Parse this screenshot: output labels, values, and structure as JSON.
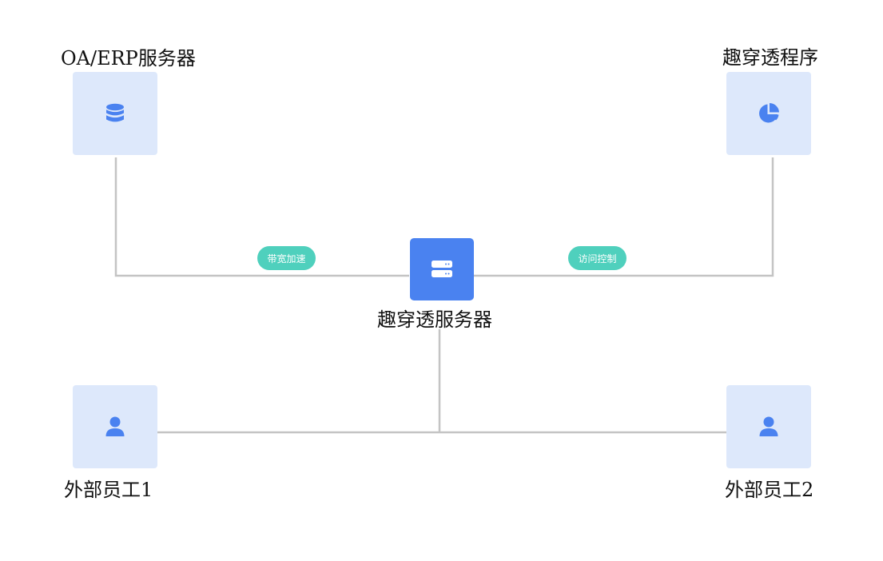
{
  "diagram": {
    "nodes": {
      "oa_erp": {
        "label": "OA/ERP服务器",
        "icon": "database-icon"
      },
      "program": {
        "label": "趣穿透程序",
        "icon": "pie-chart-icon"
      },
      "server": {
        "label": "趣穿透服务器",
        "icon": "server-icon"
      },
      "employee1": {
        "label": "外部员工1",
        "icon": "user-icon"
      },
      "employee2": {
        "label": "外部员工2",
        "icon": "user-icon"
      }
    },
    "edge_labels": {
      "bandwidth": "带宽加速",
      "access": "访问控制"
    }
  },
  "colors": {
    "node_fill": "#dde8fb",
    "icon": "#4a82f0",
    "center_fill": "#4a82f0",
    "pill": "#4fd0bd",
    "line": "#c4c4c4"
  }
}
